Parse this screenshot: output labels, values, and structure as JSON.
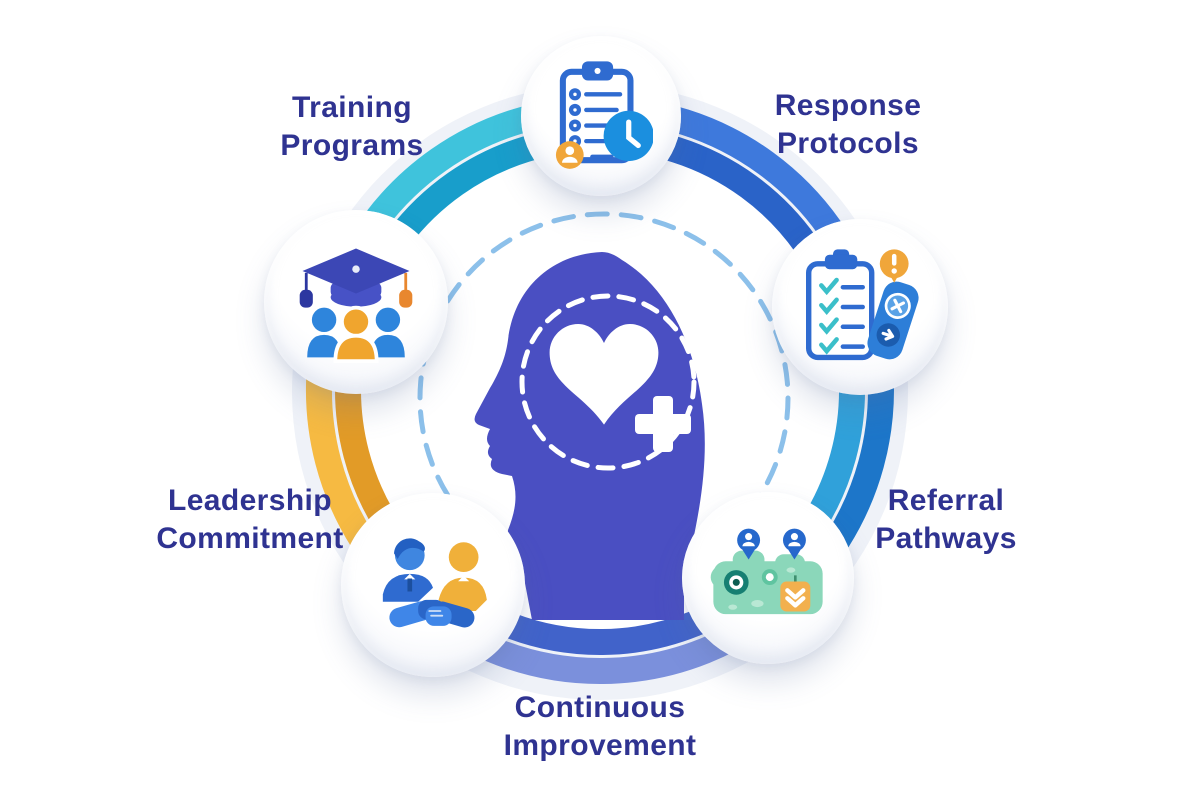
{
  "colors": {
    "page_bg": "#ffffff",
    "label_text": "#2f3391",
    "ring_teal_outer": "#3fc3dc",
    "ring_teal_inner": "#189ecb",
    "ring_blue_outer": "#3e79dc",
    "ring_blue_inner": "#2a63c8",
    "ring_right_outer": "#1d76c9",
    "ring_right_inner": "#30a1da",
    "ring_peri_outer": "#7b90dc",
    "ring_peri_inner": "#4163ca",
    "ring_gold_outer": "#f6ba42",
    "ring_gold_inner": "#e29b27",
    "dashed_circle": "#8cc0ea",
    "head_indigo": "#4a4fc2",
    "accent_orange": "#f0a63a",
    "accent_blue": "#2f6bd0",
    "accent_green": "#8bd7ba"
  },
  "center": {
    "icon": "head-heart-cross-icon"
  },
  "labels": {
    "training": {
      "line1": "Training",
      "line2": "Programs"
    },
    "response": {
      "line1": "Response",
      "line2": "Protocols"
    },
    "referral": {
      "line1": "Referral",
      "line2": "Pathways"
    },
    "improvement": {
      "line1": "Continuous",
      "line2": "Improvement"
    },
    "leadership": {
      "line1": "Leadership",
      "line2": "Commitment"
    }
  },
  "nodes": [
    {
      "id": "top",
      "icon": "clipboard-clock-icon"
    },
    {
      "id": "right",
      "icon": "checklist-alert-icon"
    },
    {
      "id": "bottom-right",
      "icon": "map-pins-icon"
    },
    {
      "id": "bottom-left",
      "icon": "handshake-icon"
    },
    {
      "id": "left",
      "icon": "graduation-people-icon"
    }
  ]
}
